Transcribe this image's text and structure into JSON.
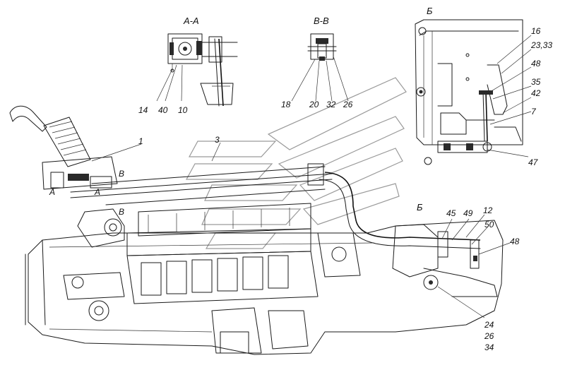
{
  "sections": {
    "aa": "А-А",
    "bb": "В-В",
    "b_top": "Б",
    "b_main": "Б"
  },
  "markers": {
    "a_left": "А",
    "a_right": "А",
    "b_upper": "В",
    "b_lower": "В"
  },
  "callouts": {
    "c14": "14",
    "c40": "40",
    "c10": "10",
    "c18": "18",
    "c20": "20",
    "c32": "32",
    "c26": "26",
    "c16": "16",
    "c23_33": "23,33",
    "c48_top": "48",
    "c35": "35",
    "c42": "42",
    "c7": "7",
    "c47": "47",
    "c1": "1",
    "c3": "3",
    "c45": "45",
    "c49": "49",
    "c12": "12",
    "c50": "50",
    "c48_main": "48",
    "c24": "24",
    "c26_main": "26",
    "c34": "34"
  }
}
